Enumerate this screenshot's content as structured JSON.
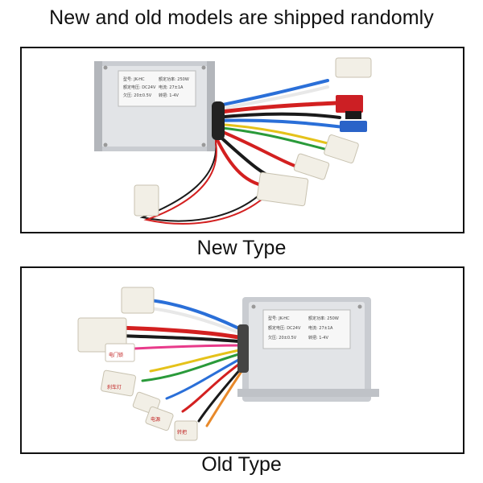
{
  "headline": "New and old models are shipped randomly",
  "new_type": {
    "caption": "New Type",
    "label_lines": [
      "型号: JK-HC",
      "额定电压: DC24V",
      "额定功率: 250W",
      "电流: 27±1A",
      "欠压: 20±0.5V",
      "转把: 1-4V"
    ]
  },
  "old_type": {
    "caption": "Old Type",
    "label_lines": [
      "型号: JK-HC",
      "额定功率: 250W",
      "额定电压: DC24V",
      "电流: 27±1A",
      "欠压: 20±0.5V",
      "转把: 1-4V"
    ],
    "connector_tags": [
      "电门锁",
      "刹车灯",
      "电源",
      "转把"
    ]
  },
  "colors": {
    "housing": "#d9dbdf",
    "wire_red": "#d32020",
    "wire_blue": "#2a6fd8",
    "wire_black": "#1a1a1a",
    "wire_yellow": "#e5c21a",
    "wire_green": "#2a9a3a",
    "connector": "#f2efe6"
  }
}
